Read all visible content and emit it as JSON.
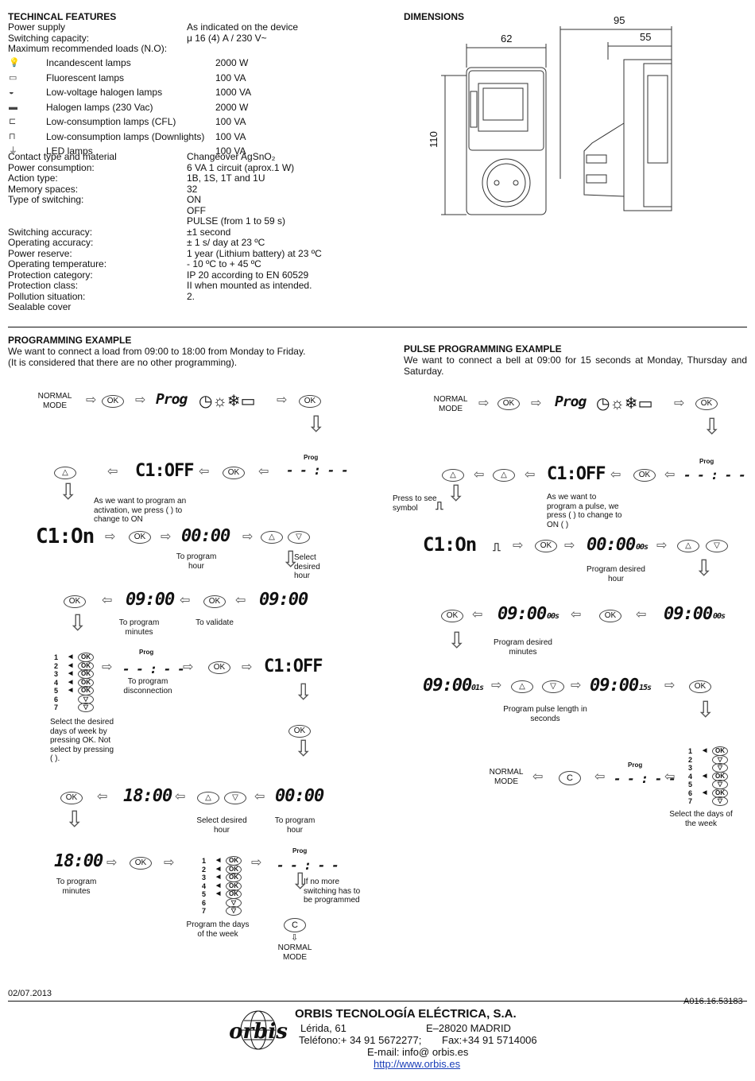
{
  "technical": {
    "heading": "TECHINCAL FEATURES",
    "rows_a": [
      {
        "label": "Power supply",
        "value": "As indicated on the device"
      },
      {
        "label": "Switching capacity:",
        "value": "μ 16 (4) A / 230 V~"
      },
      {
        "label": "Maximum recommended loads (N.O):",
        "value": ""
      }
    ],
    "loads": [
      {
        "icon": "incandescent-lamp-icon",
        "label": "Incandescent lamps",
        "value": "2000 W"
      },
      {
        "icon": "fluorescent-lamp-icon",
        "label": "Fluorescent lamps",
        "value": "100 VA"
      },
      {
        "icon": "low-voltage-halogen-icon",
        "label": "Low-voltage halogen lamps",
        "value": "1000 VA"
      },
      {
        "icon": "halogen-lamp-icon",
        "label": "Halogen lamps (230 Vac)",
        "value": "2000 W"
      },
      {
        "icon": "cfl-lamp-icon",
        "label": "Low-consumption lamps (CFL)",
        "value": "100 VA"
      },
      {
        "icon": "downlight-lamp-icon",
        "label": "Low-consumption lamps (Downlights)",
        "value": "100 VA"
      },
      {
        "icon": "led-lamp-icon",
        "label": "LED lamps",
        "value": "100 VA"
      }
    ],
    "rows_b": [
      {
        "label": "Contact type and material",
        "value": "Changeover AgSnO₂"
      },
      {
        "label": "Power consumption:",
        "value": "6 VA 1 circuit (aprox.1 W)"
      },
      {
        "label": "Action type:",
        "value": "1B, 1S, 1T and 1U"
      },
      {
        "label": "Memory spaces:",
        "value": "32"
      },
      {
        "label": "Type of switching:",
        "value": "ON"
      },
      {
        "label": "",
        "value": "OFF"
      },
      {
        "label": "",
        "value": "PULSE (from 1 to 59 s)"
      },
      {
        "label": "Switching accuracy:",
        "value": "±1 second"
      },
      {
        "label": "Operating accuracy:",
        "value": "± 1 s/ day at 23 ºC"
      },
      {
        "label": "Power reserve:",
        "value": "1 year (Lithium battery) at 23 ºC"
      },
      {
        "label": "Operating temperature:",
        "value": "- 10 ºC to + 45 ºC"
      },
      {
        "label": "Protection category:",
        "value": "IP 20 according to EN 60529"
      },
      {
        "label": "Protection class:",
        "value": "II  when mounted as intended."
      },
      {
        "label": "Pollution situation:",
        "value": "2."
      },
      {
        "label": "Sealable cover",
        "value": ""
      }
    ]
  },
  "dimensions": {
    "heading": "DIMENSIONS",
    "d95": "95",
    "d62": "62",
    "d55": "55",
    "d110": "110"
  },
  "prog": {
    "heading": "PROGRAMMING EXAMPLE",
    "line1": "We want to connect a load from 09:00 to 18:00 from Monday to Friday.",
    "line2": "(It is considered that there are no other programming).",
    "normal_mode": "NORMAL MODE",
    "ok": "OK",
    "prog_disp": "Prog",
    "prog_small": "Prog",
    "dashes": "- - : - -",
    "c1off": "C1:OFF",
    "c1on": "C1:On",
    "t0000": "00:00",
    "t0900": "09:00",
    "t1800": "18:00",
    "note_activation": "As we want to program an activation, we press (   ) to change to ON",
    "to_program_hour": "To program hour",
    "select_desired_hour": "Select desired hour",
    "to_program_minutes": "To program minutes",
    "to_validate": "To validate",
    "to_program_disconnection": "To program disconnection",
    "select_days": "Select the desired days of week by pressing OK. Not select by pressing (   ).",
    "select_desired_hour2": "Select desired hour",
    "to_program_hour2": "To program hour",
    "to_program_minutes2": "To program minutes",
    "program_days": "Program the days of the week",
    "if_no_more": "If no more switching has to be programmed",
    "c_key": "C",
    "normal_mode2": "NORMAL MODE",
    "days": [
      "1",
      "2",
      "3",
      "4",
      "5",
      "6",
      "7"
    ]
  },
  "pulse": {
    "heading": "PULSE PROGRAMMING EXAMPLE",
    "line": "We want to connect a bell at 09:00 for 15 seconds at Monday, Thursday and Saturday.",
    "normal_mode": "NORMAL MODE",
    "press_to_see": "Press to see symbol",
    "note_pulse": "As we want to program a pulse, we press (   ) to change to ON (   )",
    "program_desired_hour": "Program desired hour",
    "program_desired_minutes": "Program desired minutes",
    "program_pulse": "Program pulse length in seconds",
    "select_days": "Select the days of the week",
    "normal_mode2": "NORMAL MODE",
    "t0000": "00:00",
    "sec00": "00s",
    "t0900": "09:00",
    "sec01": "01s",
    "sec15": "15s"
  },
  "footer": {
    "date": "02/07.2013",
    "code": "A016.16.53183",
    "company": "ORBIS TECNOLOGÍA ELÉCTRICA, S.A.",
    "address_a": "Lérida, 61",
    "address_b": "E–28020  MADRID",
    "phone": "Teléfono:+ 34 91 5672277;",
    "fax": "Fax:+34 91 5714006",
    "email": "E-mail: info@ orbis.es",
    "web": "http://www.orbis.es",
    "logo": "orbis"
  }
}
